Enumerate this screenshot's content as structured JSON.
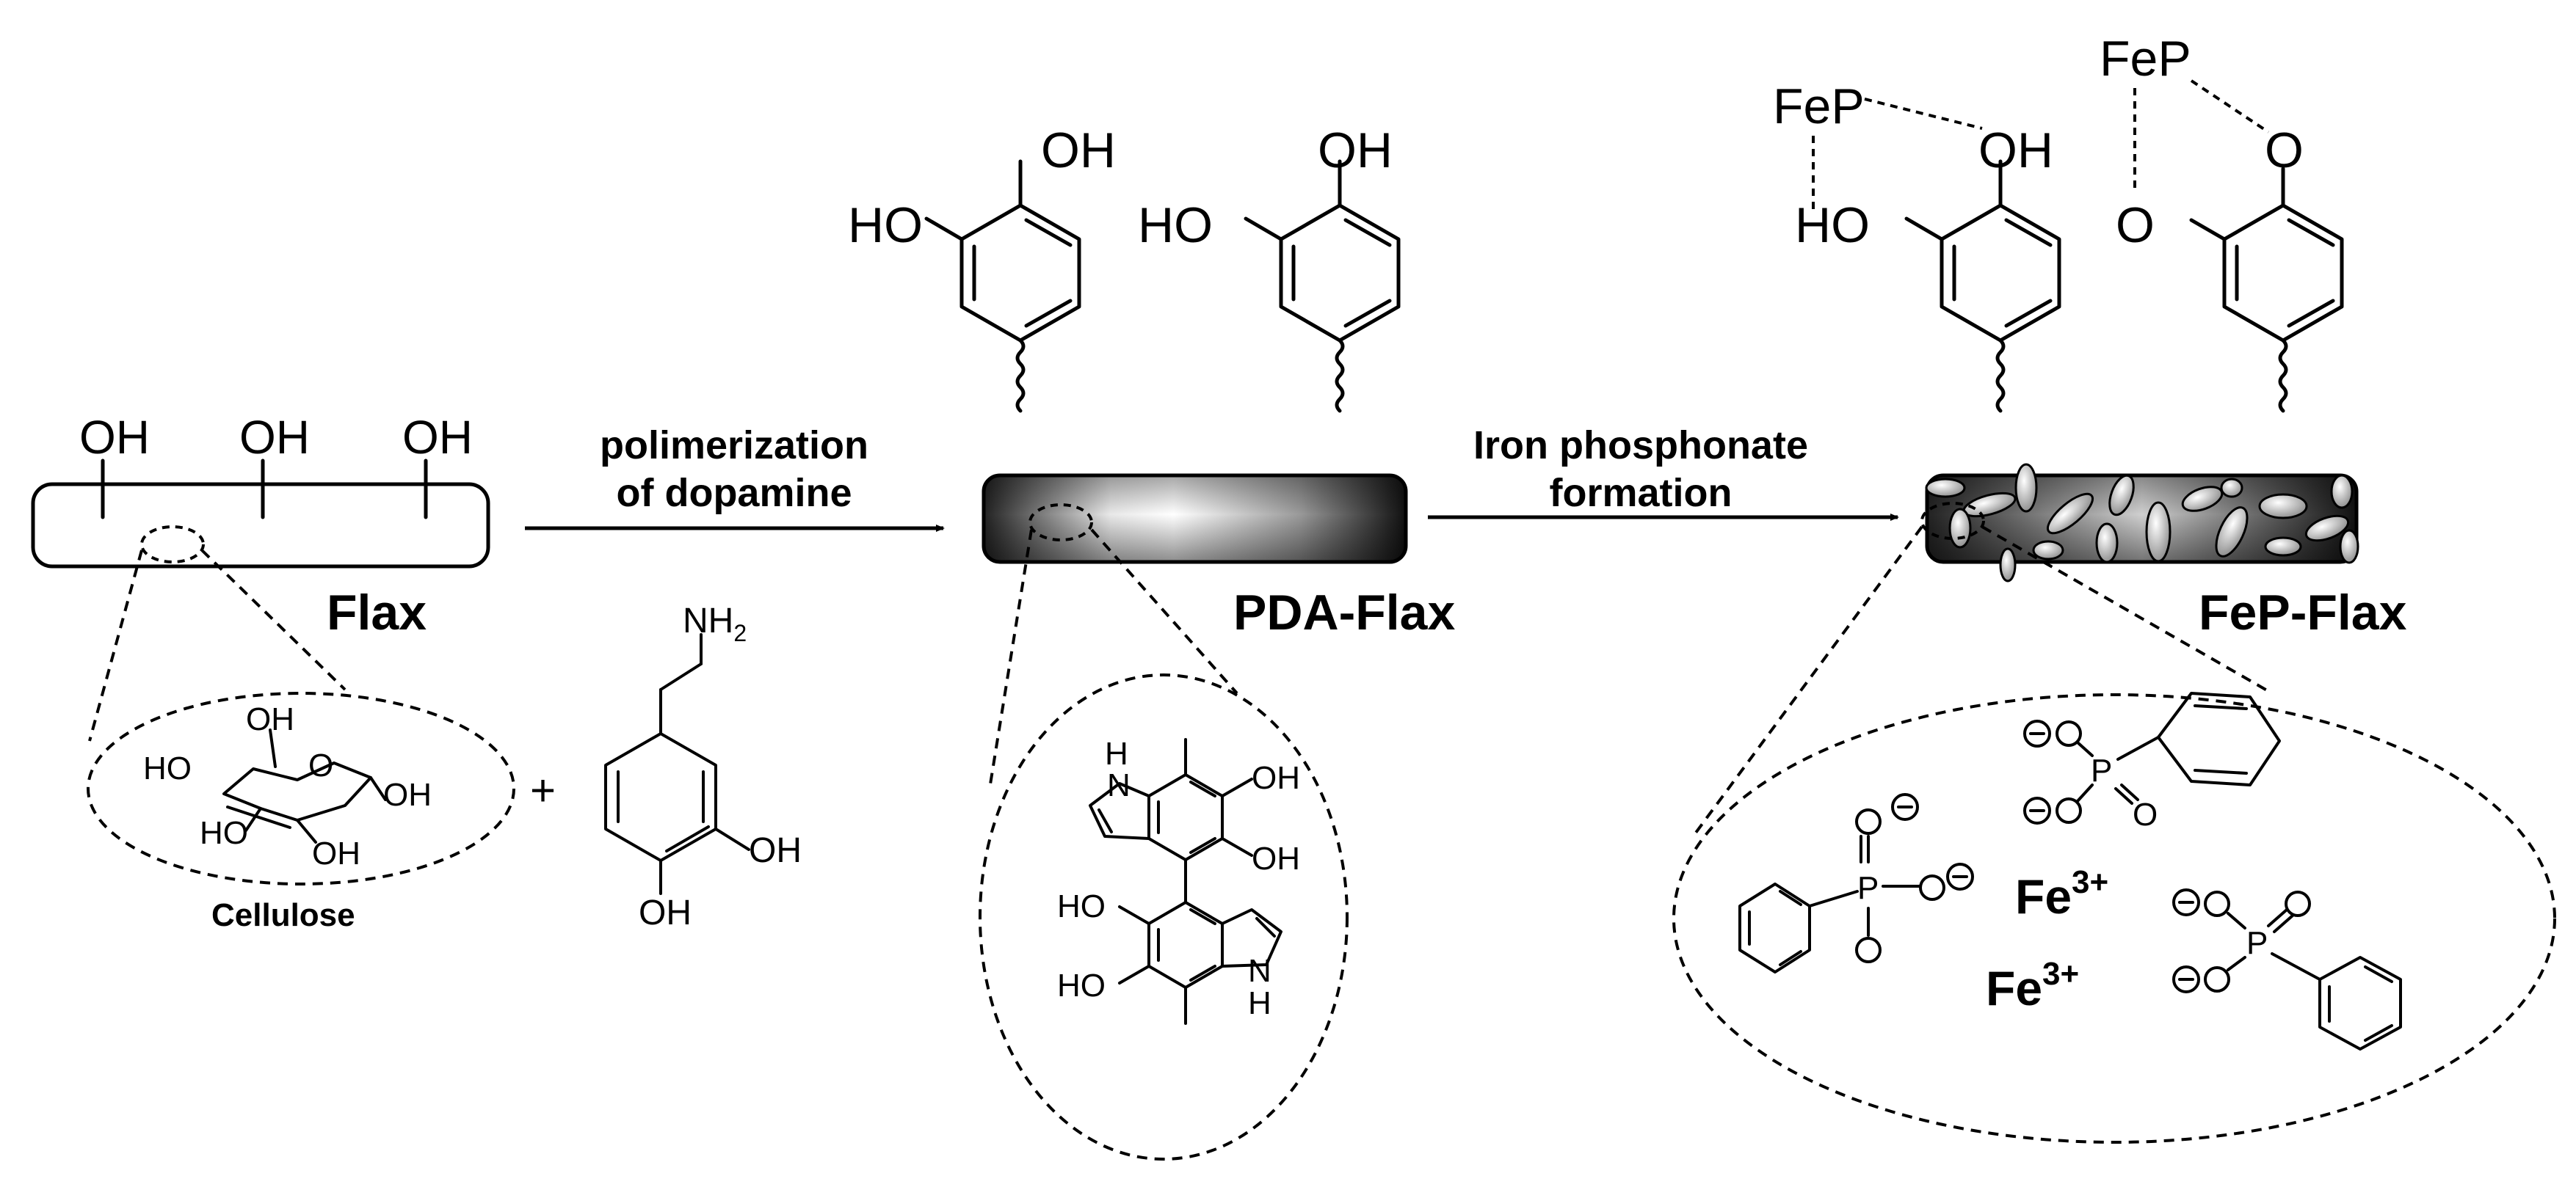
{
  "flax": {
    "oh_groups": [
      "OH",
      "OH",
      "OH"
    ],
    "label": "Flax",
    "cellulose_label": "Cellulose",
    "cellulose_groups": [
      "OH",
      "HO",
      "O",
      "OH",
      "HO",
      "OH"
    ]
  },
  "plus_sign": "+",
  "dopamine": {
    "amine": "NH",
    "amine_sub": "2",
    "hydroxyls": [
      "OH",
      "OH"
    ]
  },
  "step1": {
    "line1": "polimerization",
    "line2": "of dopamine"
  },
  "pda": {
    "label": "PDA-Flax",
    "catechol_groups": [
      "OH",
      "HO",
      "OH",
      "HO"
    ],
    "inset_groups": [
      "H",
      "N",
      "OH",
      "OH",
      "HO",
      "HO",
      "N",
      "H"
    ]
  },
  "step2": {
    "line1": "Iron phosphonate",
    "line2": "formation"
  },
  "fep": {
    "label": "FeP-Flax",
    "fep_tags": [
      "FeP",
      "FeP"
    ],
    "top_groups": [
      "OH",
      "HO",
      "O",
      "O"
    ],
    "ion_charge": "3+",
    "ion_symbol": "Fe",
    "phosphonate_atoms": [
      "P",
      "O",
      "O",
      "O"
    ],
    "minus": "⊖"
  },
  "colors": {
    "ink": "#000000",
    "rod_dark": "#1a1a1a",
    "rod_light": "#ffffff"
  }
}
